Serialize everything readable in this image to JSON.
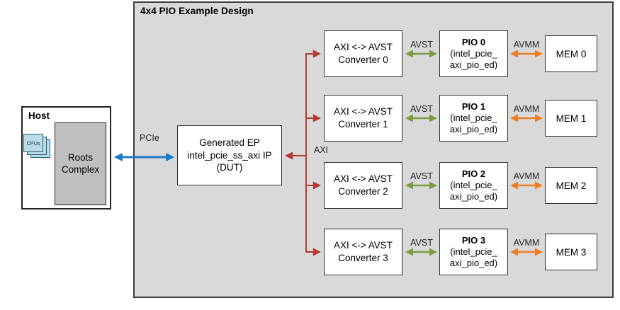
{
  "diagram": {
    "container_title": "4x4 PIO Example Design",
    "host": {
      "title": "Host",
      "cpu_label": "CPUs",
      "root_complex_label": "Roots Complex"
    },
    "ep": {
      "line1": "Generated EP",
      "line2": "intel_pcie_ss_axi IP",
      "line3": "(DUT)"
    },
    "bus_labels": {
      "pcie": "PCIe",
      "axi": "AXI"
    },
    "rows": [
      {
        "converter_line1": "AXI <-> AVST",
        "converter_line2": "Converter 0",
        "avst": "AVST",
        "pio_title": "PIO 0",
        "pio_line2": "(intel_pcie_",
        "pio_line3": "axi_pio_ed)",
        "avmm": "AVMM",
        "mem": "MEM 0"
      },
      {
        "converter_line1": "AXI <-> AVST",
        "converter_line2": "Converter 1",
        "avst": "AVST",
        "pio_title": "PIO 1",
        "pio_line2": "(intel_pcie_",
        "pio_line3": "axi_pio_ed)",
        "avmm": "AVMM",
        "mem": "MEM 1"
      },
      {
        "converter_line1": "AXI <-> AVST",
        "converter_line2": "Converter 2",
        "avst": "AVST",
        "pio_title": "PIO 2",
        "pio_line2": "(intel_pcie_",
        "pio_line3": "axi_pio_ed)",
        "avmm": "AVMM",
        "mem": "MEM 2"
      },
      {
        "converter_line1": "AXI <-> AVST",
        "converter_line2": "Converter 3",
        "avst": "AVST",
        "pio_title": "PIO 3",
        "pio_line2": "(intel_pcie_",
        "pio_line3": "axi_pio_ed)",
        "avmm": "AVMM",
        "mem": "MEM 3"
      }
    ],
    "colors": {
      "pcie_blue": "#1e78c8",
      "axi_red": "#b23b32",
      "avst_green": "#7b9c42",
      "avmm_orange": "#ee7d22",
      "container_fill": "#d9d9d9",
      "gray_block": "#bfbfbf",
      "cpu_fill": "#b9dce8"
    }
  }
}
